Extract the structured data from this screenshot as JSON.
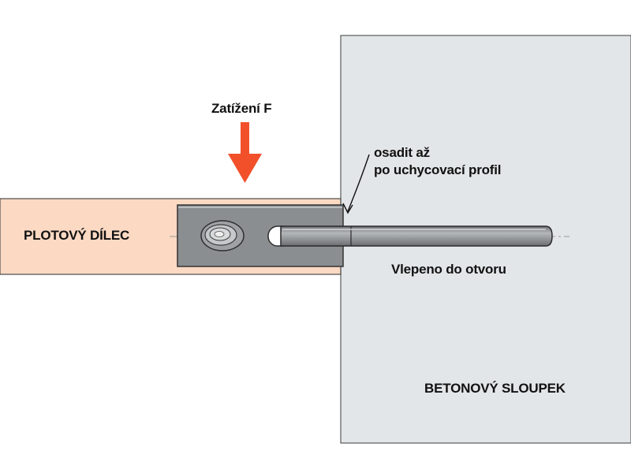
{
  "labels": {
    "load": "Zatížení F",
    "panel": "PLOTOVÝ DÍLEC",
    "insert_note_line1": "osadit až",
    "insert_note_line2": "po uchycovací profil",
    "glued": "Vlepeno do otvoru",
    "post": "BETONOVÝ SLOUPEK"
  },
  "colors": {
    "panel_fill": "#fbd9c3",
    "post_fill": "#e3e6e8",
    "bracket_fill": "#8a8e90",
    "rod_fill": "#9a9d9f",
    "arrow": "#f2502a",
    "outline": "#3a3a3a"
  }
}
